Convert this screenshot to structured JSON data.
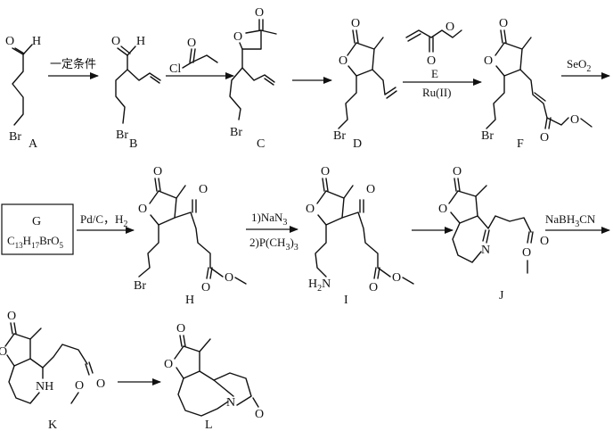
{
  "compounds": {
    "A": {
      "label": "A",
      "atoms": {
        "O": "O",
        "H": "H",
        "Br": "Br"
      }
    },
    "B": {
      "label": "B",
      "atoms": {
        "O": "O",
        "H": "H",
        "Br": "Br"
      }
    },
    "C": {
      "label": "C",
      "atoms": {
        "O1": "O",
        "O2": "O",
        "Br": "Br"
      }
    },
    "D": {
      "label": "D",
      "atoms": {
        "O1": "O",
        "O2": "O",
        "Br": "Br"
      }
    },
    "F": {
      "label": "F",
      "atoms": {
        "O1": "O",
        "O2": "O",
        "O3": "O",
        "O4": "O",
        "Br": "Br"
      }
    },
    "G": {
      "label": "G",
      "formula_prefix": "C",
      "formula_c": "13",
      "formula_mid": "H",
      "formula_h": "17",
      "formula_br": "BrO",
      "formula_o": "5"
    },
    "H": {
      "label": "H",
      "atoms": {
        "O1": "O",
        "O2": "O",
        "O3": "O",
        "O4": "O",
        "O5": "O",
        "Br": "Br"
      }
    },
    "I": {
      "label": "I",
      "atoms": {
        "O1": "O",
        "O2": "O",
        "O3": "O",
        "O4": "O",
        "O5": "O",
        "N": "H",
        "N2": "N",
        "sub": "2"
      }
    },
    "J": {
      "label": "J",
      "atoms": {
        "O1": "O",
        "O2": "O",
        "O3": "O",
        "O4": "O",
        "N": "N"
      }
    },
    "K": {
      "label": "K",
      "atoms": {
        "O1": "O",
        "O2": "O",
        "O3": "O",
        "O4": "O",
        "N": "NH"
      }
    },
    "L": {
      "label": "L",
      "atoms": {
        "O1": "O",
        "O2": "O",
        "O3": "O",
        "N": "N"
      }
    }
  },
  "reagents": {
    "E_structure": {
      "O1": "O",
      "O2": "O"
    },
    "A_to_B": "一定条件",
    "B_to_C": {
      "Cl": "Cl",
      "O": "O"
    },
    "D_to_F_top": "E",
    "D_to_F_bottom": "Ru(II)",
    "F_to_G": {
      "main": "SeO",
      "sub": "2"
    },
    "G_to_H": {
      "main": "Pd/C，H",
      "sub": "2"
    },
    "H_to_I_1": {
      "main": "1)NaN",
      "sub": "3"
    },
    "H_to_I_2": {
      "main": "2)P(CH",
      "sub": "3",
      "tail": ")",
      "sub2": "3"
    },
    "J_to_K": {
      "main1": "NaBH",
      "sub1": "3",
      "main2": "CN"
    }
  }
}
